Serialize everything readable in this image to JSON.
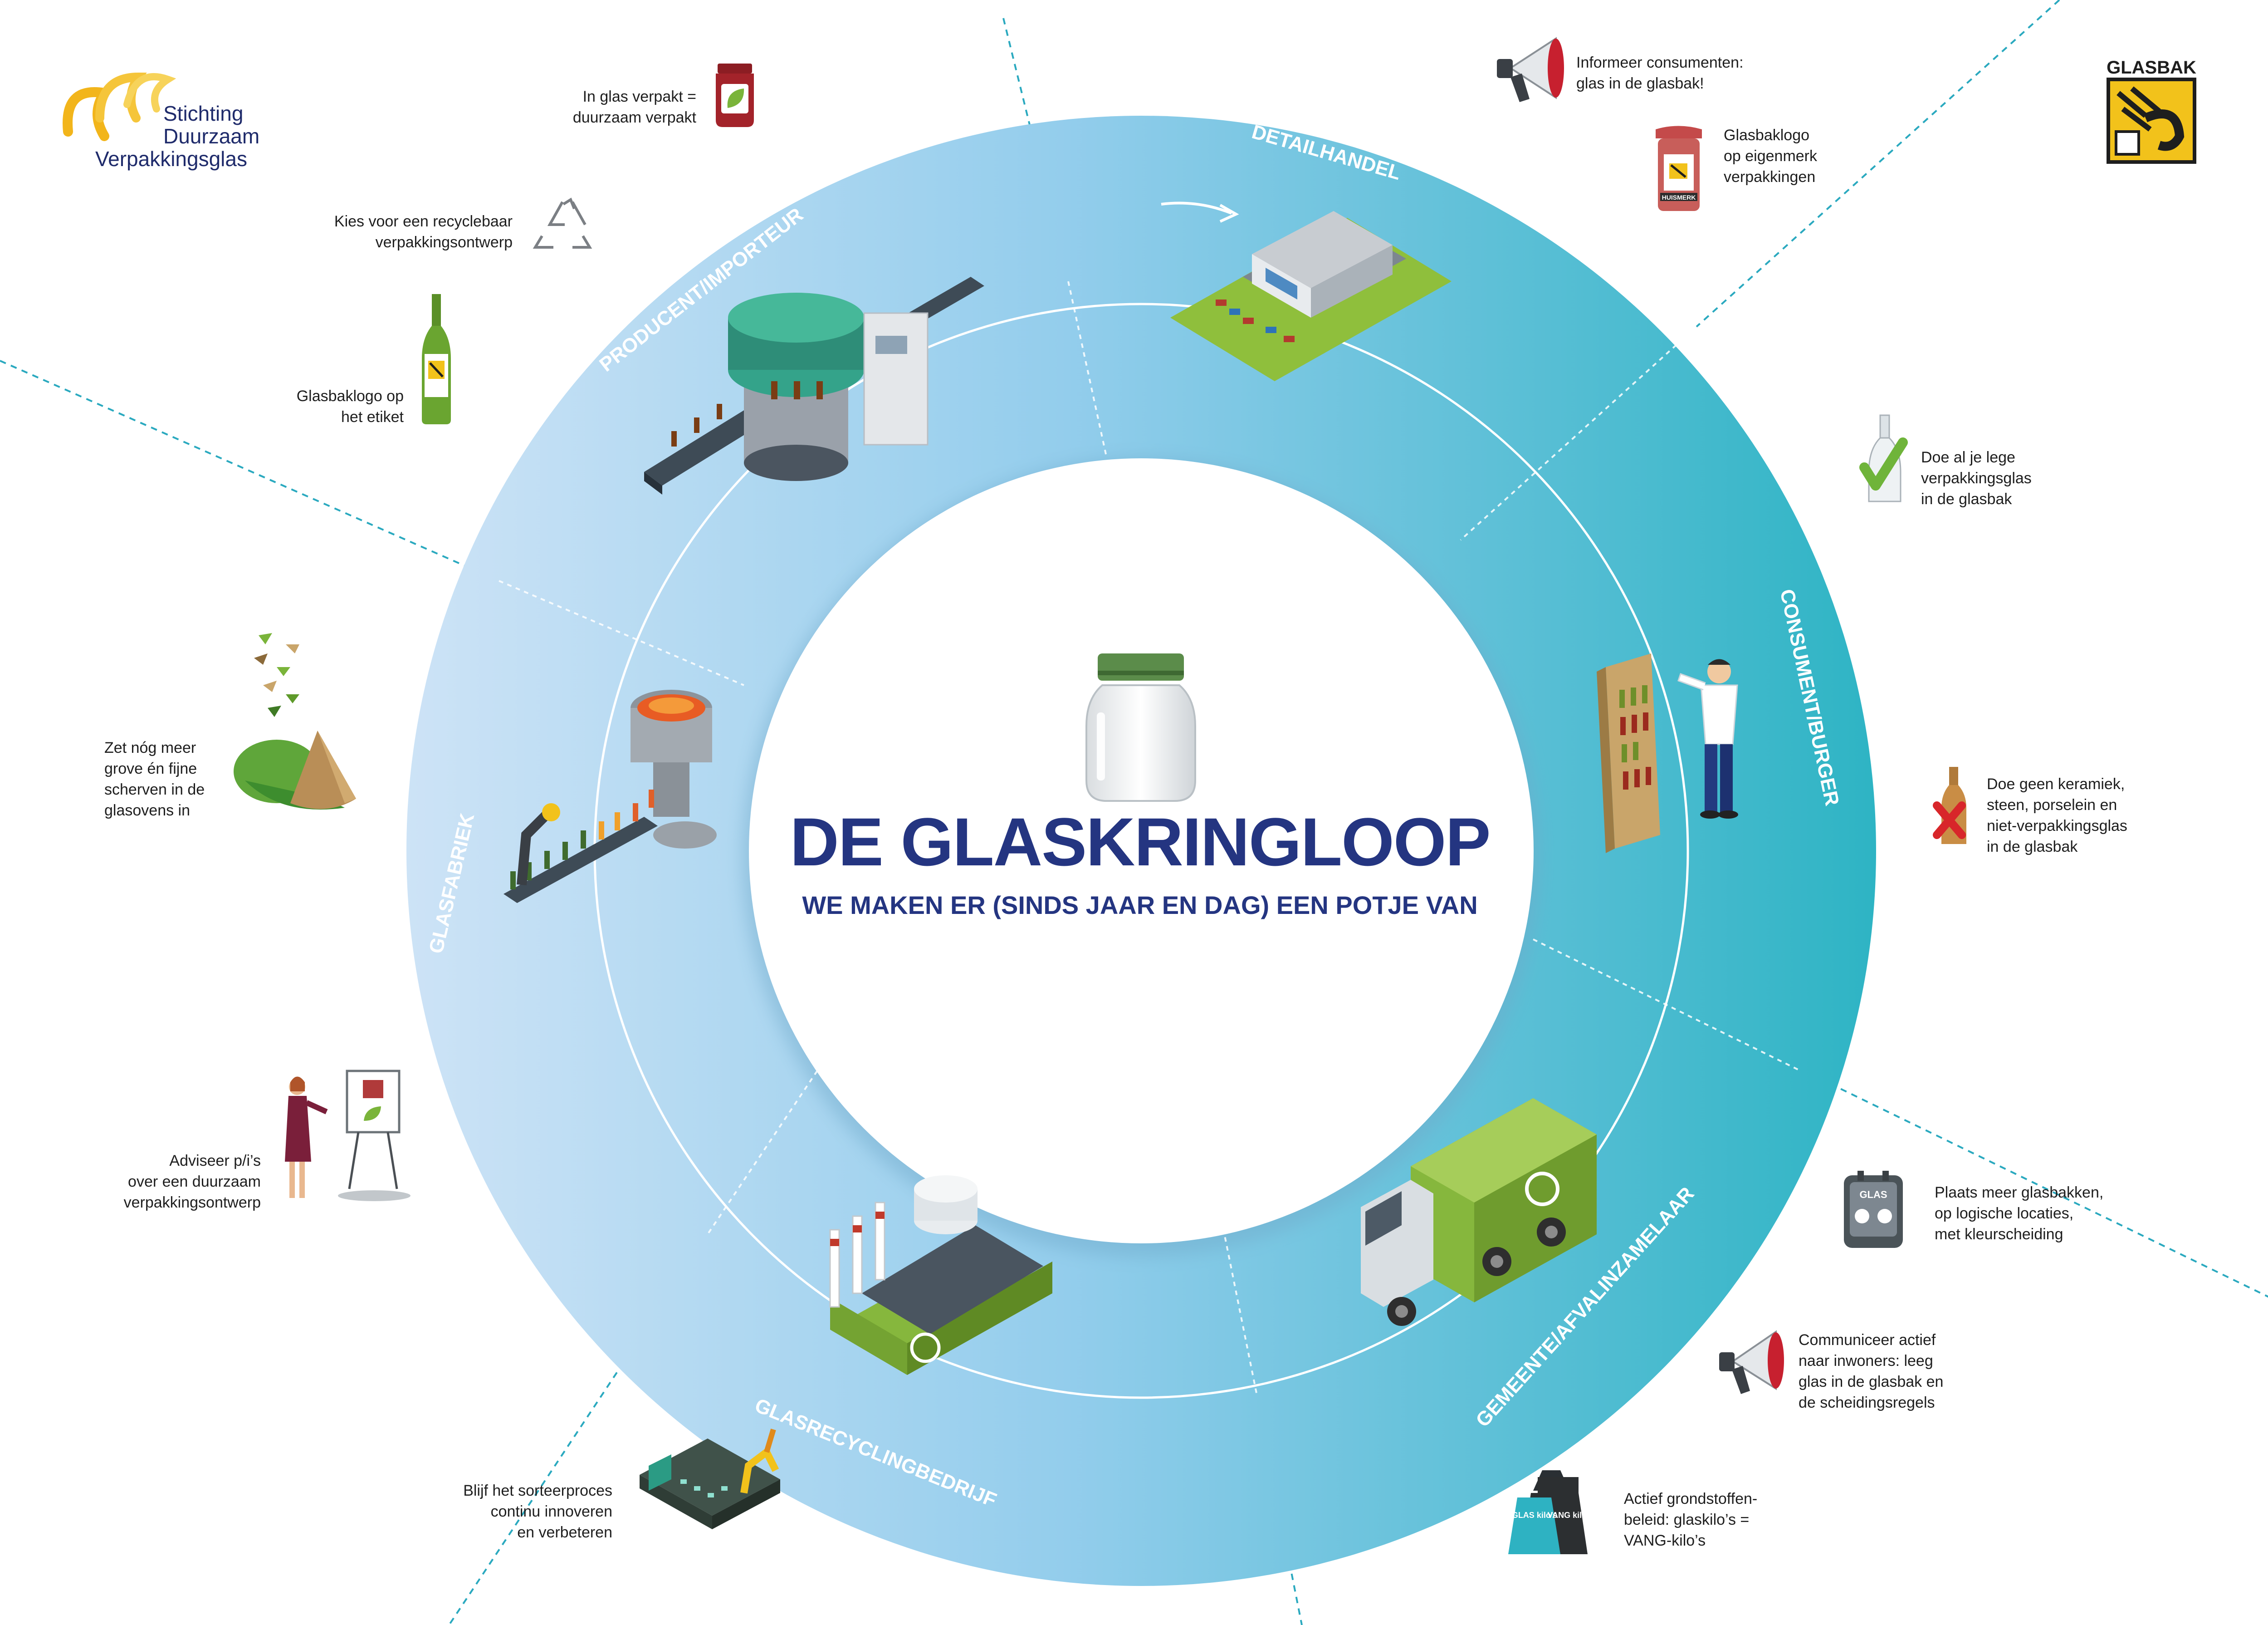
{
  "header": {
    "logo_left": {
      "line1": "Stichting",
      "line2": "Duurzaam",
      "line3": "Verpakkingsglas"
    },
    "logo_right": {
      "label": "GLASBAK"
    }
  },
  "center": {
    "title": "DE GLASKRINGLOOP",
    "subtitle": "WE MAKEN ER (SINDS JAAR EN DAG) EEN POTJE VAN"
  },
  "ring": {
    "segments": [
      "DETAILHANDEL",
      "CONSUMENT/BURGER",
      "GEMEENTE/AFVALINZAMELAAR",
      "GLASRECYCLINGBEDRIJF",
      "GLASFABRIEK",
      "PRODUCENT/IMPORTEUR"
    ],
    "colors": {
      "light": "#c5dff4",
      "mid": "#94cdec",
      "dark": "#2eb2c2",
      "title": "#243581"
    }
  },
  "notes": {
    "n1": [
      "In glas verpakt =",
      "duurzaam verpakt"
    ],
    "n2": [
      "Kies voor een recyclebaar",
      "verpakkingsontwerp"
    ],
    "n3": [
      "Glasbaklogo op",
      "het etiket"
    ],
    "n4": [
      "Zet nóg meer",
      "grove én fijne",
      "scherven in de",
      "glasovens in"
    ],
    "n5": [
      "Adviseer p/i’s",
      "over een duurzaam",
      "verpakkingsontwerp"
    ],
    "n6": [
      "Blijf het sorteerproces",
      "continu innoveren",
      "en verbeteren"
    ],
    "n7": [
      "Informeer consumenten:",
      "glas in de glasbak!"
    ],
    "n8": [
      "Glasbaklogo",
      "op eigenmerk",
      "verpakkingen"
    ],
    "n9": [
      "Doe al je lege",
      "verpakkingsglas",
      "in de glasbak"
    ],
    "n10": [
      "Doe geen keramiek,",
      "steen, porselein en",
      "niet-verpakkingsglas",
      "in de glasbak"
    ],
    "n11": [
      "Plaats meer glasbakken,",
      "op logische locaties,",
      "met kleurscheiding"
    ],
    "n12": [
      "Communiceer actief",
      "naar inwoners: leeg",
      "glas in de glasbak en",
      "de scheidingsregels"
    ],
    "n13": [
      "Actief grondstoffen-",
      "beleid: glaskilo’s =",
      "VANG-kilo’s"
    ]
  },
  "icon_labels": {
    "glas_kilos": "GLAS kilo’s",
    "vang_kilos": "VANG kilo’s",
    "bin": "GLAS",
    "jar_label": "HUISMERK"
  },
  "icons": [
    "recycle-icon",
    "megaphone-icon",
    "checkmark-icon",
    "cross-icon",
    "weight-icon",
    "glasbak-logo"
  ]
}
